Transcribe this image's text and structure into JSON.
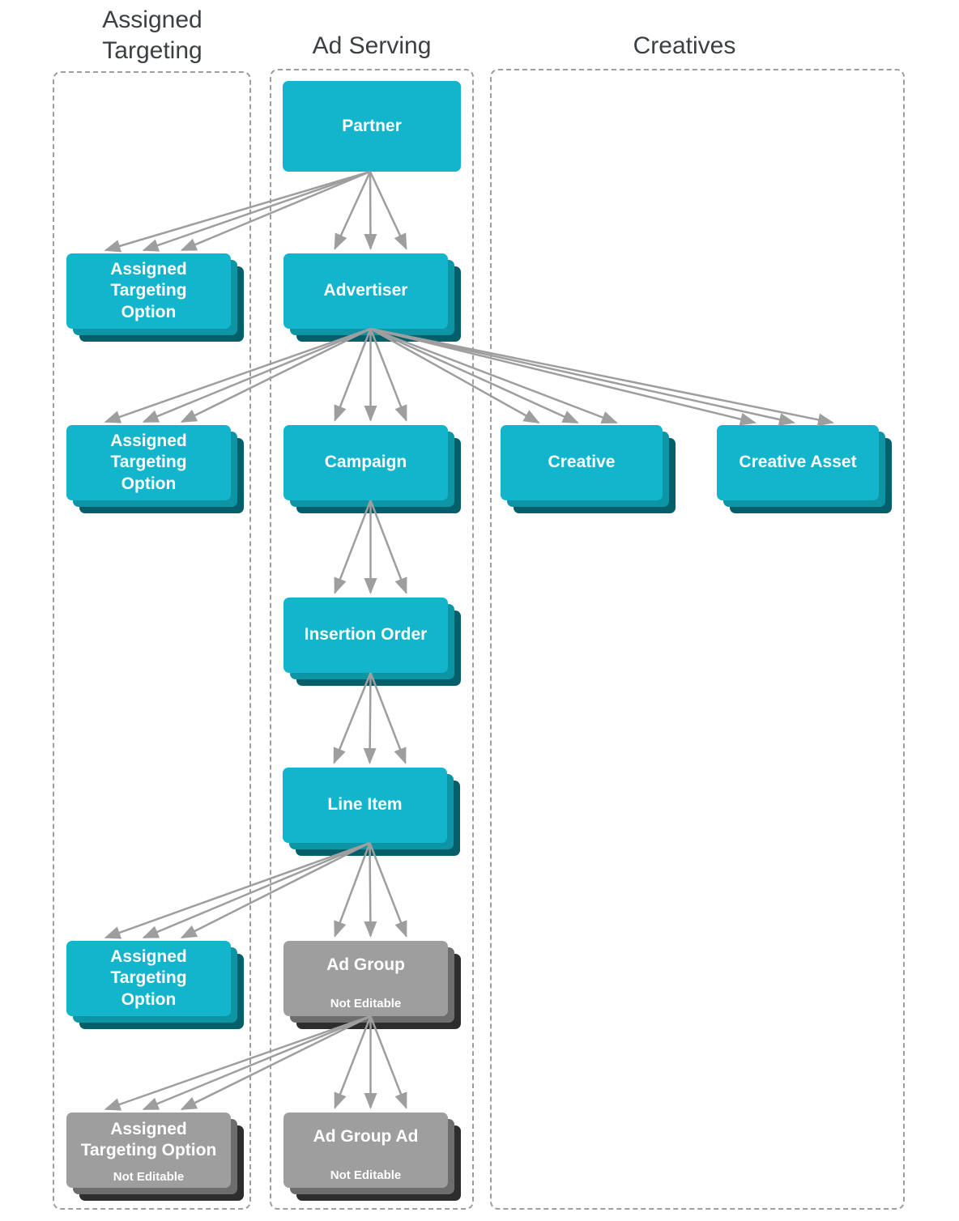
{
  "diagram_title": "",
  "columns": [
    {
      "id": "targeting",
      "label": "Assigned\nTargeting"
    },
    {
      "id": "serving",
      "label": "Ad Serving"
    },
    {
      "id": "creatives",
      "label": "Creatives"
    }
  ],
  "nodes": {
    "partner": {
      "label": "Partner"
    },
    "assigned_targeting_1": {
      "label": "Assigned\nTargeting\nOption"
    },
    "advertiser": {
      "label": "Advertiser"
    },
    "assigned_targeting_2": {
      "label": "Assigned\nTargeting\nOption"
    },
    "campaign": {
      "label": "Campaign"
    },
    "creative": {
      "label": "Creative"
    },
    "creative_asset": {
      "label": "Creative Asset"
    },
    "insertion_order": {
      "label": "Insertion Order"
    },
    "line_item": {
      "label": "Line Item"
    },
    "assigned_targeting_3": {
      "label": "Assigned\nTargeting\nOption"
    },
    "ad_group": {
      "label": "Ad Group",
      "sublabel": "Not Editable"
    },
    "assigned_targeting_ne": {
      "label": "Assigned\nTargeting Option",
      "sublabel": "Not Editable"
    },
    "ad_group_ad": {
      "label": "Ad Group Ad",
      "sublabel": "Not Editable"
    }
  },
  "edges": [
    {
      "from": "partner",
      "to": "assigned_targeting_1"
    },
    {
      "from": "partner",
      "to": "advertiser"
    },
    {
      "from": "advertiser",
      "to": "assigned_targeting_2"
    },
    {
      "from": "advertiser",
      "to": "campaign"
    },
    {
      "from": "advertiser",
      "to": "creative"
    },
    {
      "from": "advertiser",
      "to": "creative_asset"
    },
    {
      "from": "campaign",
      "to": "insertion_order"
    },
    {
      "from": "insertion_order",
      "to": "line_item"
    },
    {
      "from": "line_item",
      "to": "assigned_targeting_3"
    },
    {
      "from": "line_item",
      "to": "ad_group"
    },
    {
      "from": "ad_group",
      "to": "assigned_targeting_ne"
    },
    {
      "from": "ad_group",
      "to": "ad_group_ad"
    }
  ],
  "colors": {
    "node_cyan": "#12b5cb",
    "node_cyan_mid": "#0d95a5",
    "node_cyan_back": "#045f6a",
    "node_gray": "#9e9e9e",
    "node_gray_mid": "#6d6d6d",
    "node_gray_back": "#2d2d2d",
    "node_text": "#ffffff",
    "arrow": "#9e9e9e",
    "column_border": "#9e9e9e",
    "title_text": "#3c4043"
  }
}
